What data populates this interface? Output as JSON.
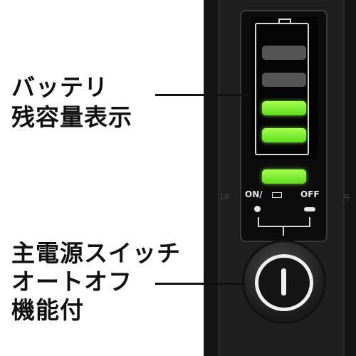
{
  "callouts": {
    "battery": {
      "line1": "バッテリ",
      "line2": "残容量表示"
    },
    "power": {
      "line1": "主電源スイッチ",
      "line2": "オートオフ",
      "line3": "機能付"
    }
  },
  "panel": {
    "on_label": "ON/",
    "off_label": "OFF"
  },
  "battery_indicator": {
    "total_bars": 5,
    "lit_bars": 3
  },
  "side_marks": {
    "left": "10",
    "right": "千"
  },
  "colors": {
    "lit_bar": "#7cf232",
    "unlit_bar": "#555555",
    "device": "#141414"
  }
}
